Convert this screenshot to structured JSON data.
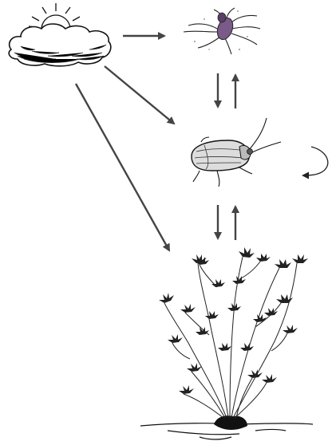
{
  "diagram": {
    "nodes": [
      {
        "id": "sun",
        "icon": "sun-behind-cloud-icon"
      },
      {
        "id": "predator",
        "icon": "spider-mite-icon"
      },
      {
        "id": "beetle",
        "icon": "leaf-beetle-icon"
      },
      {
        "id": "plant",
        "icon": "herbaceous-plant-icon"
      }
    ],
    "edges": [
      {
        "from": "sun",
        "to": "predator"
      },
      {
        "from": "sun",
        "to": "beetle"
      },
      {
        "from": "sun",
        "to": "plant"
      },
      {
        "from": "predator",
        "to": "beetle"
      },
      {
        "from": "beetle",
        "to": "predator"
      },
      {
        "from": "beetle",
        "to": "plant"
      },
      {
        "from": "plant",
        "to": "beetle"
      },
      {
        "from": "beetle",
        "to": "beetle"
      }
    ],
    "colors": {
      "ink": "#111111",
      "arrow": "#444444",
      "mite": "#6b4a7a"
    }
  }
}
